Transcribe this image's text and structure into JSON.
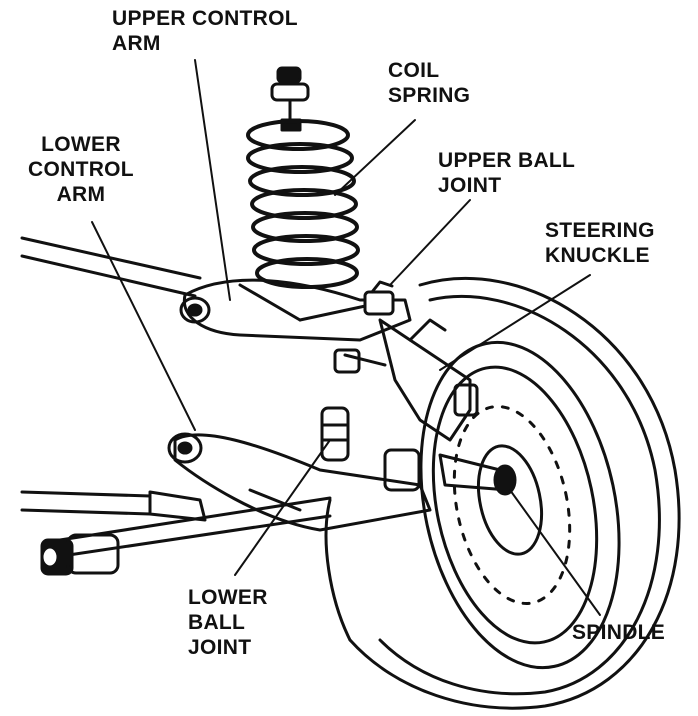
{
  "labels": {
    "upper_control_arm": [
      "UPPER CONTROL",
      "ARM"
    ],
    "coil_spring": [
      "COIL",
      "SPRING"
    ],
    "lower_control_arm": [
      "LOWER",
      "CONTROL",
      "ARM"
    ],
    "upper_ball_joint": [
      "UPPER BALL",
      "JOINT"
    ],
    "steering_knuckle": [
      "STEERING",
      "KNUCKLE"
    ],
    "lower_ball_joint": [
      "LOWER",
      "BALL",
      "JOINT"
    ],
    "spindle": [
      "SPINDLE"
    ]
  },
  "colors": {
    "ink": "#111111",
    "paper": "#ffffff"
  }
}
